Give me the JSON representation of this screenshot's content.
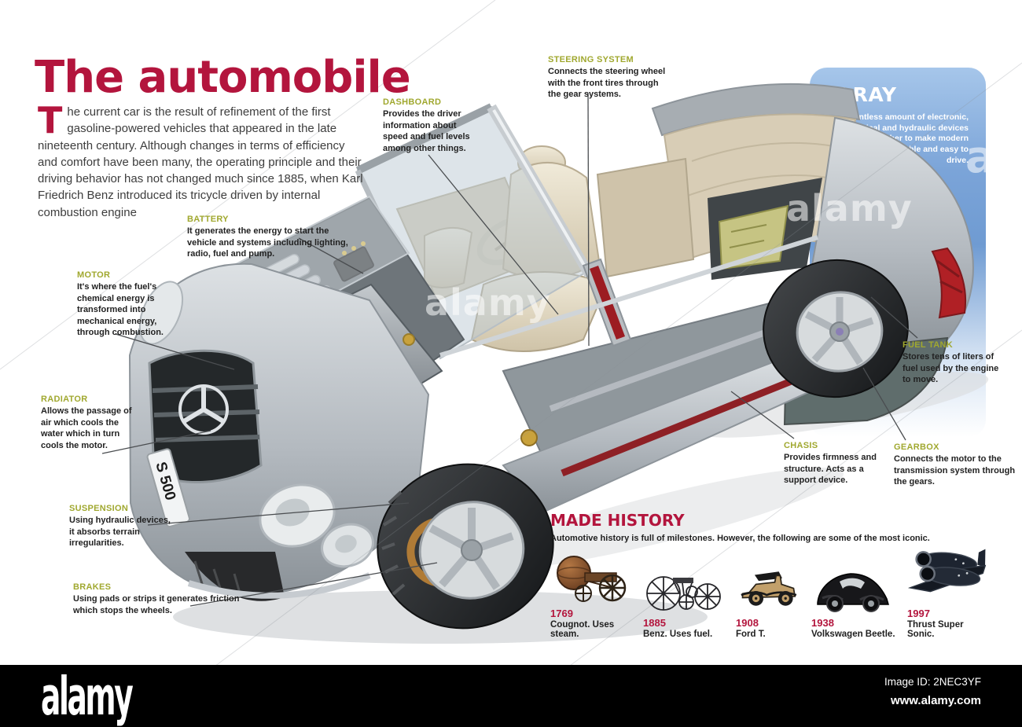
{
  "page": {
    "title": "The automobile",
    "intro_dropcap": "T",
    "intro_text": "he current car is the result of refinement of the first gasoline-powered vehicles that appeared in the late nineteenth century. Although changes in terms of efficiency and comfort have been many, the operating principle and their driving behavior has not changed much since 1885, when Karl Friedrich Benz introduced its tricycle driven by internal combustion engine"
  },
  "xray": {
    "title": "X-RAY",
    "text": "A countless amount of electronic, mechanical and hydraulic devices work together to make modern cars comfortable and easy to drive."
  },
  "labels": [
    {
      "title": "STEERING SYSTEM",
      "text": "Connects the steering wheel with the front tires through the gear systems."
    },
    {
      "title": "DASHBOARD",
      "text": "Provides the driver information about speed and fuel levels among other things."
    },
    {
      "title": "BATTERY",
      "text": "It generates the energy to start the vehicle and systems including lighting, radio, fuel and pump."
    },
    {
      "title": "MOTOR",
      "text": "It's where the fuel's chemical energy is transformed into mechanical energy, through combustion."
    },
    {
      "title": "RADIATOR",
      "text": "Allows the passage of air which cools the water which in turn cools the motor."
    },
    {
      "title": "SUSPENSION",
      "text": "Using hydraulic devices, it absorbs terrain irregularities."
    },
    {
      "title": "BRAKES",
      "text": "Using pads or strips it generates friction which stops the wheels."
    },
    {
      "title": "FUEL TANK",
      "text": "Stores tens of liters of fuel used by the engine to move."
    },
    {
      "title": "CHASIS",
      "text": "Provides firmness and structure. Acts as a support device."
    },
    {
      "title": "GEARBOX",
      "text": "Connects the motor to the transmission system through the gears."
    }
  ],
  "history": {
    "title": "MADE HISTORY",
    "subtitle": "Automotive history is full of milestones. However, the following are some of the most iconic.",
    "milestones": [
      {
        "year": "1769",
        "name": "Cougnot. Uses steam."
      },
      {
        "year": "1885",
        "name": "Benz. Uses fuel."
      },
      {
        "year": "1908",
        "name": "Ford T."
      },
      {
        "year": "1938",
        "name": "Volkswagen Beetle."
      },
      {
        "year": "1997",
        "name": "Thrust Super Sonic."
      }
    ]
  },
  "car": {
    "brand": "Mercedes-Benz",
    "license_plate": "S 500"
  },
  "watermark": {
    "text": "alamy",
    "letter": "a"
  },
  "footer": {
    "logo": "alamy",
    "image_id": "Image ID: 2NEC3YF",
    "url": "www.alamy.com"
  },
  "colors": {
    "accent_red": "#b3153d",
    "label_olive": "#a0a82f",
    "xray_blue_top": "#a6c6ea",
    "xray_blue_bottom": "#6f9bd2",
    "body_silver": "#b9bfc4",
    "taillight_red": "#b02025",
    "footer_bg": "#000000"
  }
}
